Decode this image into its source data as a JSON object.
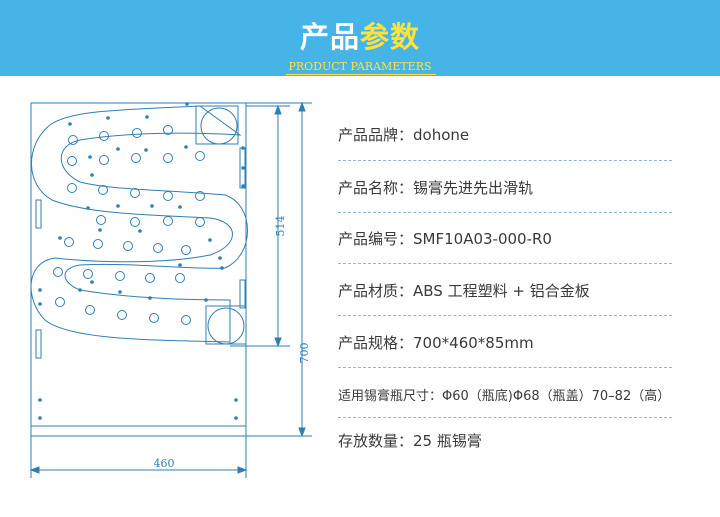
{
  "header": {
    "title_main": "产品",
    "title_accent": "参数",
    "subtitle": "PRODUCT PARAMETERS"
  },
  "drawing": {
    "dim_height_inner": "514",
    "dim_height_outer": "700",
    "dim_width": "460"
  },
  "specs": [
    {
      "label": "产品品牌：",
      "value": "dohone"
    },
    {
      "label": "产品名称：",
      "value": "锡膏先进先出滑轨"
    },
    {
      "label": "产品编号：",
      "value": "SMF10A03-000-R0"
    },
    {
      "label": "产品材质：",
      "value": "ABS 工程塑料 + 铝合金板"
    },
    {
      "label": "产品规格：",
      "value": "700*460*85mm"
    },
    {
      "label": "适用锡膏瓶尺寸：",
      "value": "Φ60（瓶底)Φ68（瓶盖）70–82（高）"
    },
    {
      "label": "存放数量：",
      "value": "25 瓶锡膏"
    }
  ],
  "colors": {
    "banner": "#47b4e8",
    "accent": "#ffe23a",
    "line": "#2f7fb4"
  }
}
